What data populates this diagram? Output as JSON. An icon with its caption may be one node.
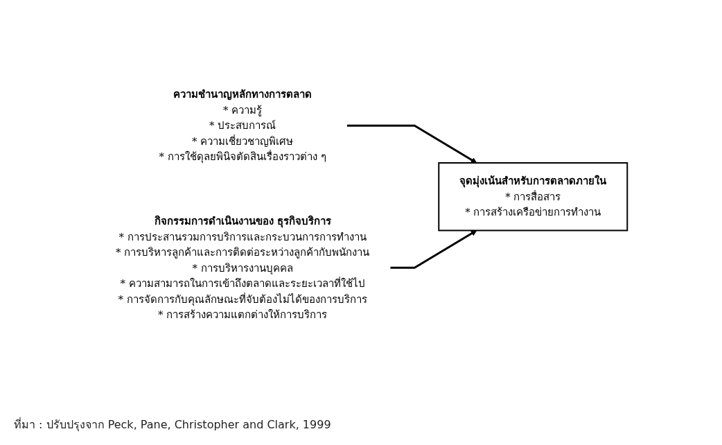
{
  "diagram": {
    "caption": "ที่มา : ปรับปรุงจาก Peck, Pane, Christopher and Clark, 1999",
    "nodes": [
      {
        "text": [
          "ความชำนาญหลักทางการตลาด",
          "* ความรู้",
          "* ประสบการณ์",
          "* ความเชี่ยวชาญพิเศษ",
          "* การใช้ดุลยพินิจตัดสินเรื่องราวต่าง ๆ"
        ]
      },
      {
        "text": [
          "จุดมุ่งเน้นสำหรับการตลาดภายใน",
          "* การสื่อสาร",
          "* การสร้างเครือข่ายการทำงาน"
        ]
      },
      {
        "text": [
          "กิจกรรมการดำเนินงานของ ธุรกิจบริการ",
          "* การประสานรวมการบริการและกระบวนการการทำงาน",
          "* การบริหารลูกค้าและการติดต่อระหว่างลูกค้ากับพนักงาน",
          "* การบริหารงานบุคคล",
          "* ความสามารถในการเข้าถึงตลาดและระยะเวลาที่ใช้ไป",
          "* การจัดการกับคุณลักษณะที่จับต้องไม่ได้ของการบริการ",
          "* การสร้างความแตกต่างให้การบริการ"
        ]
      }
    ],
    "edges": [
      {
        "from": 0,
        "to": 1,
        "arrow": "to"
      },
      {
        "from": 2,
        "to": 1,
        "arrow": "to"
      }
    ]
  }
}
